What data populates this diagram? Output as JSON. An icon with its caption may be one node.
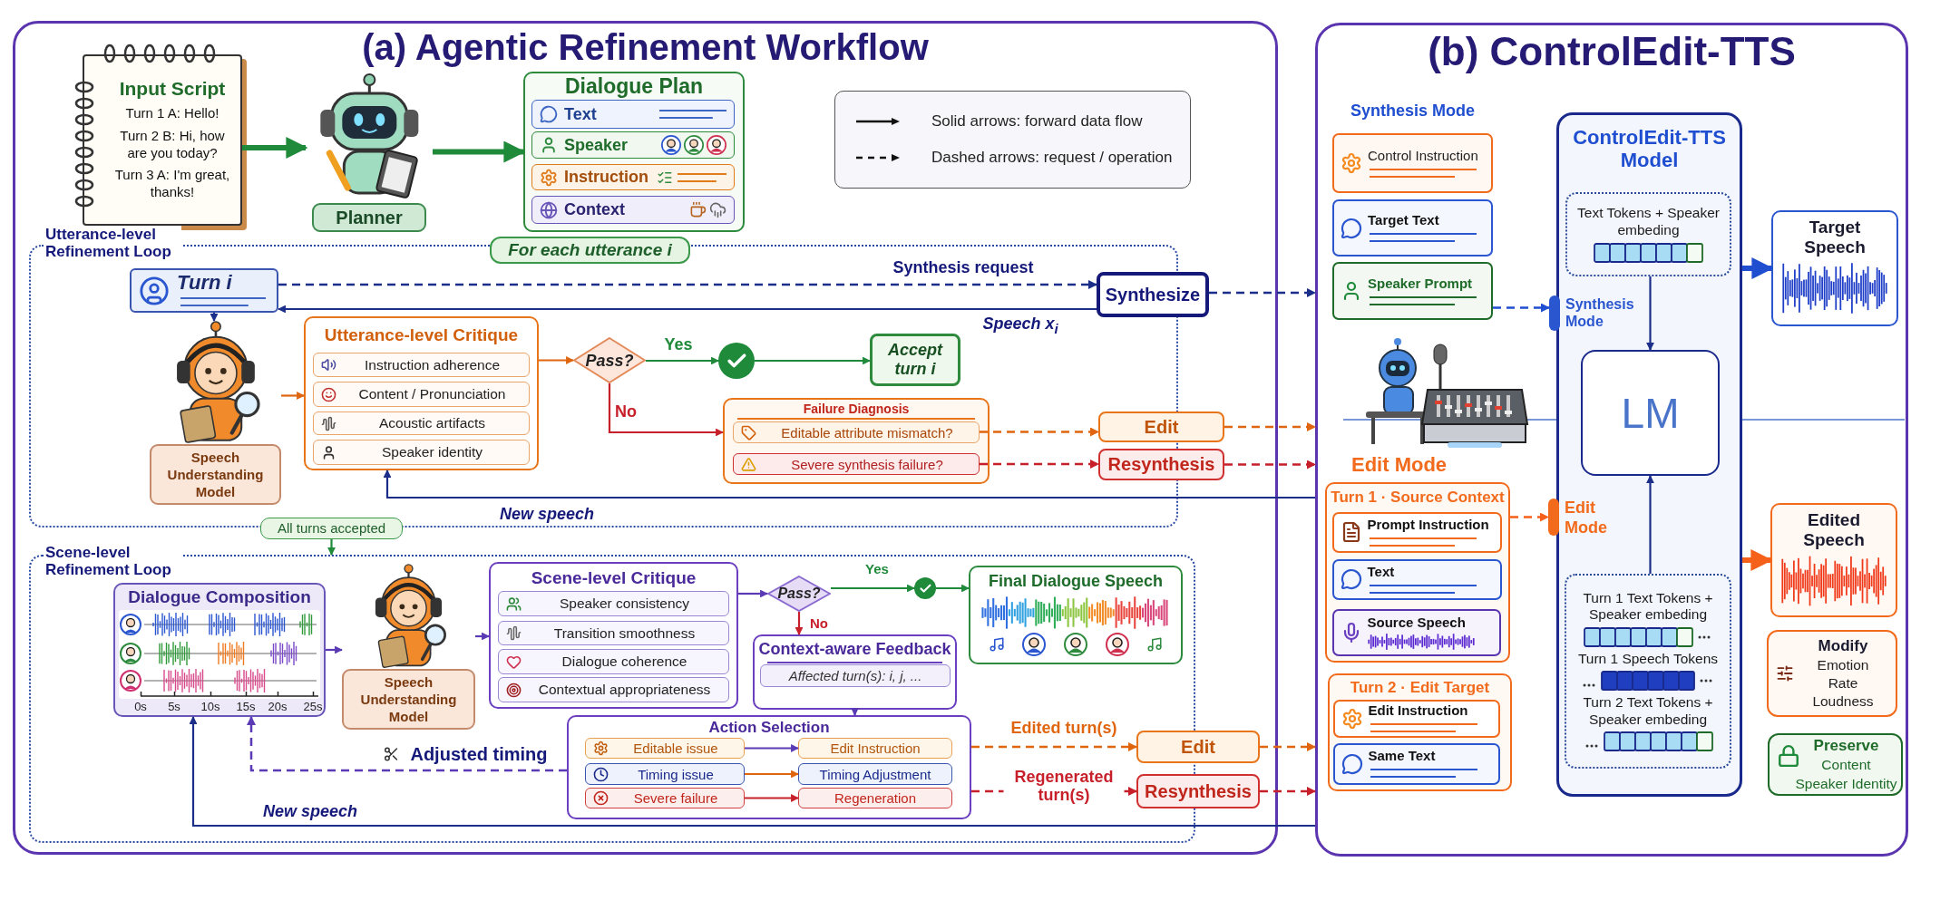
{
  "diagram": {
    "nodes": [
      {
        "text": [
          "(a) Agentic Refinement Workflow"
        ]
      },
      {
        "text": [
          "Input Script",
          "Turn 1 A: Hello!",
          "Turn 2 B: Hi, how are you today?",
          "Turn 3 A: I'm great, thanks!"
        ],
        "in": 0
      },
      {
        "text": [
          "Planner"
        ],
        "in": 0
      },
      {
        "text": [
          "Dialogue Plan"
        ],
        "in": 0
      },
      {
        "text": [
          "Text"
        ],
        "in": 3
      },
      {
        "text": [
          "Speaker"
        ],
        "in": 3
      },
      {
        "text": [
          "Instruction"
        ],
        "in": 3
      },
      {
        "text": [
          "Context"
        ],
        "in": 3
      },
      {
        "text": [
          "Utterance-level Refinement Loop"
        ],
        "in": 0
      },
      {
        "text": [
          "For each utterance i"
        ],
        "in": 0
      },
      {
        "text": [
          "Turn i"
        ],
        "in": 8
      },
      {
        "text": [
          "Synthesize"
        ],
        "in": 0
      },
      {
        "text": [
          "Speech Understanding Model"
        ],
        "in": 8
      },
      {
        "text": [
          "Utterance-level Critique"
        ],
        "in": 8
      },
      {
        "text": [
          "Instruction adherence"
        ],
        "in": 13
      },
      {
        "text": [
          "Content / Pronunciation"
        ],
        "in": 13
      },
      {
        "text": [
          "Acoustic artifacts"
        ],
        "in": 13
      },
      {
        "text": [
          "Speaker identity"
        ],
        "in": 13
      },
      {
        "text": [
          "Pass?"
        ],
        "in": 8
      },
      {
        "text": [],
        "shape": "circle",
        "in": 8
      },
      {
        "text": [
          "Accept turn i"
        ],
        "in": 8
      },
      {
        "text": [
          "Failure Diagnosis"
        ],
        "in": 8
      },
      {
        "text": [
          "Editable attribute mismatch?"
        ],
        "in": 21
      },
      {
        "text": [
          "Severe synthesis failure?"
        ],
        "in": 21
      },
      {
        "text": [
          "Edit"
        ],
        "in": 0
      },
      {
        "text": [
          "Resynthesis"
        ],
        "in": 0
      },
      {
        "text": [
          "All turns accepted"
        ],
        "in": 0
      },
      {
        "text": [
          "Scene-level Refinement Loop"
        ],
        "in": 0
      },
      {
        "text": [
          "Dialogue Composition"
        ],
        "in": 27
      },
      {
        "text": [
          "Speech Understanding Model"
        ],
        "in": 27
      },
      {
        "text": [
          "Scene-level Critique"
        ],
        "in": 27
      },
      {
        "text": [
          "Speaker consistency"
        ],
        "in": 30
      },
      {
        "text": [
          "Transition smoothness"
        ],
        "in": 30
      },
      {
        "text": [
          "Dialogue coherence"
        ],
        "in": 30
      },
      {
        "text": [
          "Contextual appropriateness"
        ],
        "in": 30
      },
      {
        "text": [
          "Pass?"
        ],
        "in": 27
      },
      {
        "text": [],
        "shape": "circle",
        "in": 27
      },
      {
        "text": [
          "Final Dialogue Speech"
        ],
        "in": 27
      },
      {
        "text": [
          "Context-aware Feedback"
        ],
        "in": 27
      },
      {
        "text": [
          "Affected turn(s): i, j, ..."
        ],
        "in": 38
      },
      {
        "text": [
          "Action Selection"
        ],
        "in": 27
      },
      {
        "text": [
          "Editable issue"
        ],
        "in": 40
      },
      {
        "text": [
          "Edit Instruction"
        ],
        "in": 40
      },
      {
        "text": [
          "Timing issue"
        ],
        "in": 40
      },
      {
        "text": [
          "Timing Adjustment"
        ],
        "in": 40
      },
      {
        "text": [
          "Severe failure"
        ],
        "in": 40
      },
      {
        "text": [
          "Regeneration"
        ],
        "in": 40
      },
      {
        "text": [
          "Edit"
        ],
        "in": 0
      },
      {
        "text": [
          "Resynthesis"
        ],
        "in": 0
      },
      {
        "text": [
          "(b) ControlEdit-TTS"
        ]
      },
      {
        "text": [
          "Control Instruction"
        ],
        "in": 49
      },
      {
        "text": [
          "Target Text"
        ],
        "in": 49
      },
      {
        "text": [
          "Speaker Prompt"
        ],
        "in": 49
      },
      {
        "text": [
          "ControlEdit-TTS Model"
        ],
        "in": 49
      },
      {
        "text": [
          "Text Tokens + Speaker embeding"
        ],
        "in": 53
      },
      {
        "text": [
          "LM"
        ],
        "in": 53
      },
      {
        "text": [
          "Turn 1 Text Tokens + Speaker embeding",
          "Turn 1 Speech Tokens",
          "Turn 2 Text Tokens + Speaker embeding"
        ],
        "in": 53
      },
      {
        "text": [],
        "shape": "bar",
        "beside": [
          "Synthesis Mode"
        ],
        "in": 49
      },
      {
        "text": [
          "Target Speech"
        ],
        "in": 49
      },
      {
        "text": [
          "Turn 1 · Source Context"
        ],
        "in": 49
      },
      {
        "text": [
          "Prompt Instruction"
        ],
        "in": 59
      },
      {
        "text": [
          "Text"
        ],
        "in": 59
      },
      {
        "text": [
          "Source Speech"
        ],
        "in": 59
      },
      {
        "text": [
          "Turn 2 · Edit Target"
        ],
        "in": 49
      },
      {
        "text": [
          "Edit Instruction"
        ],
        "in": 63
      },
      {
        "text": [
          "Same Text"
        ],
        "in": 63
      },
      {
        "text": [],
        "shape": "bar",
        "beside": [
          "Edit Mode"
        ],
        "in": 49
      },
      {
        "text": [
          "Edited Speech"
        ],
        "in": 49
      },
      {
        "text": [
          "Modify",
          "Emotion",
          "Rate",
          "Loudness"
        ],
        "in": 49
      },
      {
        "text": [
          "Preserve",
          "Content",
          "Speaker Identity"
        ],
        "in": 49
      }
    ],
    "edges": [
      {
        "from": 1,
        "to": 2,
        "arrow": "to",
        "style": "thick",
        "color": "#1e8a3a"
      },
      {
        "from": 2,
        "to": 3,
        "arrow": "to",
        "style": "thick",
        "color": "#1e8a3a"
      },
      {
        "from": 10,
        "to": 11,
        "arrow": "to",
        "style": "dashed",
        "label": "Synthesis request",
        "color": "#1b2f8a"
      },
      {
        "from": 11,
        "to": 10,
        "arrow": "to",
        "label": "Speech x$_{i}$",
        "color": "#1b2f8a"
      },
      {
        "from": 11,
        "to": 49,
        "arrow": "to",
        "style": "dashed",
        "color": "#1b2f8a"
      },
      {
        "from": 10,
        "to": 12,
        "arrow": "to",
        "color": "#1b2f8a"
      },
      {
        "from": 12,
        "to": 13,
        "arrow": "to",
        "color": "#e0650f"
      },
      {
        "from": 13,
        "to": 18,
        "arrow": "to",
        "color": "#e0650f"
      },
      {
        "from": 18,
        "to": 19,
        "arrow": "to",
        "label": "Yes",
        "color": "#1e8a3a"
      },
      {
        "from": 19,
        "to": 20,
        "arrow": "to",
        "color": "#1e8a3a"
      },
      {
        "from": 18,
        "to": 21,
        "arrow": "to",
        "label": "No",
        "color": "#c8202a"
      },
      {
        "from": 22,
        "to": 24,
        "arrow": "to",
        "style": "dashed",
        "color": "#e0650f"
      },
      {
        "from": 23,
        "to": 25,
        "arrow": "to",
        "style": "dashed",
        "color": "#c8202a"
      },
      {
        "from": 24,
        "to": 49,
        "arrow": "to",
        "style": "dashed",
        "color": "#e0650f"
      },
      {
        "from": 25,
        "to": 49,
        "arrow": "to",
        "style": "dashed",
        "color": "#c8202a"
      },
      {
        "from": 49,
        "to": 13,
        "arrow": "to",
        "label": "New speech",
        "color": "#1b2f8a"
      },
      {
        "from": 26,
        "to": 27,
        "arrow": "to",
        "color": "#1e8a3a"
      },
      {
        "from": 28,
        "to": 29,
        "arrow": "to",
        "color": "#5b3bb5"
      },
      {
        "from": 29,
        "to": 30,
        "arrow": "to",
        "color": "#5b3bb5"
      },
      {
        "from": 30,
        "to": 35,
        "arrow": "to",
        "color": "#5b3bb5"
      },
      {
        "from": 35,
        "to": 36,
        "arrow": "to",
        "label": "Yes",
        "color": "#1e8a3a"
      },
      {
        "from": 36,
        "to": 37,
        "arrow": "to",
        "color": "#1e8a3a"
      },
      {
        "from": 35,
        "to": 38,
        "arrow": "to",
        "label": "No",
        "color": "#c8202a"
      },
      {
        "from": 38,
        "to": 40,
        "arrow": "to",
        "color": "#5b3bb5"
      },
      {
        "from": 41,
        "to": 42,
        "arrow": "to",
        "color": "#5b3bb5"
      },
      {
        "from": 43,
        "to": 44,
        "arrow": "to",
        "color": "#e0650f"
      },
      {
        "from": 45,
        "to": 46,
        "arrow": "to",
        "color": "#c8202a"
      },
      {
        "from": 40,
        "to": 47,
        "arrow": "to",
        "style": "dashed",
        "label": "Edited turn(s)",
        "color": "#e0650f"
      },
      {
        "from": 40,
        "to": 48,
        "arrow": "to",
        "style": "dashed",
        "label": "Regenerated turn(s)",
        "color": "#c8202a"
      },
      {
        "from": 47,
        "to": 49,
        "arrow": "to",
        "style": "dashed",
        "color": "#e0650f"
      },
      {
        "from": 48,
        "to": 49,
        "arrow": "to",
        "style": "dashed",
        "color": "#c8202a"
      },
      {
        "from": 40,
        "to": 28,
        "arrow": "to",
        "style": "dashed",
        "label": "Adjusted timing",
        "color": "#5b3bb5"
      },
      {
        "from": 49,
        "to": 28,
        "arrow": "to",
        "label": "New speech",
        "color": "#1b2f8a"
      },
      {
        "from": 52,
        "to": 57,
        "arrow": "to",
        "style": "dashed",
        "color": "#1f4fd0"
      },
      {
        "from": 54,
        "to": 55,
        "arrow": "to",
        "color": "#1b2f8a"
      },
      {
        "from": 56,
        "to": 55,
        "arrow": "to",
        "color": "#1b2f8a"
      },
      {
        "from": 53,
        "to": 58,
        "arrow": "to",
        "style": "thick",
        "color": "#1f4fd0"
      },
      {
        "from": 53,
        "to": 67,
        "arrow": "to",
        "style": "thick",
        "color": "#f5601a"
      },
      {
        "from": 59,
        "to": 66,
        "arrow": "to",
        "style": "dashed",
        "color": "#f5601a"
      }
    ],
    "labels": [
      "Synthesis Mode",
      "Edit Mode",
      "0s",
      "5s",
      "10s",
      "15s",
      "20s",
      "25s"
    ],
    "legend": [
      {
        "text": "Solid arrows: forward data flow"
      },
      {
        "text": "Dashed arrows: request / operation"
      }
    ]
  }
}
